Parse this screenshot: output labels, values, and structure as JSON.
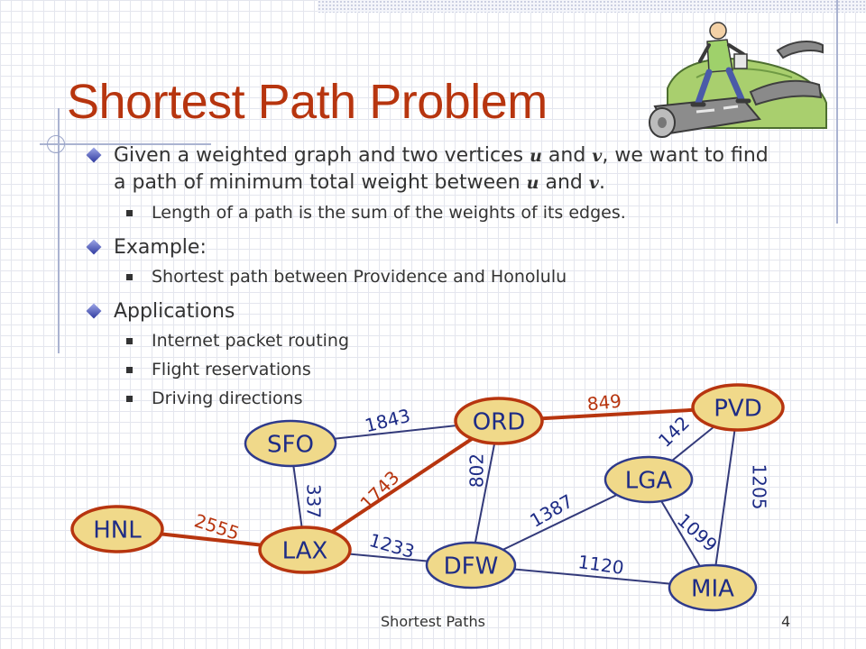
{
  "slide": {
    "title": "Shortest Path Problem",
    "footer": "Shortest Paths",
    "page_number": "4"
  },
  "bullets": [
    {
      "segments": [
        {
          "text": "Given a weighted graph and two vertices ",
          "style": "normal"
        },
        {
          "text": "u",
          "style": "math"
        },
        {
          "text": " and ",
          "style": "normal"
        },
        {
          "text": "v",
          "style": "math"
        },
        {
          "text": ", we want to find a path of minimum total weight between ",
          "style": "normal"
        },
        {
          "text": "u",
          "style": "math"
        },
        {
          "text": " and ",
          "style": "normal"
        },
        {
          "text": "v",
          "style": "math"
        },
        {
          "text": ".",
          "style": "normal"
        }
      ],
      "sub": [
        "Length of a path is the sum of the weights of its edges."
      ]
    },
    {
      "segments": [
        {
          "text": "Example:",
          "style": "normal"
        }
      ],
      "sub": [
        "Shortest path between Providence and Honolulu"
      ]
    },
    {
      "segments": [
        {
          "text": "Applications",
          "style": "normal"
        }
      ],
      "sub": [
        "Internet packet routing",
        "Flight reservations",
        "Driving directions"
      ]
    }
  ],
  "graph": {
    "colors": {
      "node_fill": "#f0d98a",
      "node_stroke_default": "#2e3a8c",
      "node_stroke_highlight": "#b7350f",
      "edge_default": "#333a7a",
      "edge_highlight": "#b7350f",
      "weight_default": "#1e2c86",
      "weight_highlight": "#b7350f",
      "node_label": "#1e2c86"
    },
    "nodes": [
      {
        "id": "SFO",
        "highlighted": false
      },
      {
        "id": "ORD",
        "highlighted": true
      },
      {
        "id": "PVD",
        "highlighted": true
      },
      {
        "id": "LGA",
        "highlighted": false
      },
      {
        "id": "HNL",
        "highlighted": true
      },
      {
        "id": "LAX",
        "highlighted": true
      },
      {
        "id": "DFW",
        "highlighted": false
      },
      {
        "id": "MIA",
        "highlighted": false
      }
    ],
    "edges": [
      {
        "from": "SFO",
        "to": "ORD",
        "weight": "1843",
        "highlighted": false
      },
      {
        "from": "SFO",
        "to": "LAX",
        "weight": "337",
        "highlighted": false
      },
      {
        "from": "HNL",
        "to": "LAX",
        "weight": "2555",
        "highlighted": true
      },
      {
        "from": "LAX",
        "to": "ORD",
        "weight": "1743",
        "highlighted": true
      },
      {
        "from": "ORD",
        "to": "PVD",
        "weight": "849",
        "highlighted": true
      },
      {
        "from": "ORD",
        "to": "DFW",
        "weight": "802",
        "highlighted": false
      },
      {
        "from": "LAX",
        "to": "DFW",
        "weight": "1233",
        "highlighted": false
      },
      {
        "from": "DFW",
        "to": "LGA",
        "weight": "1387",
        "highlighted": false
      },
      {
        "from": "LGA",
        "to": "PVD",
        "weight": "142",
        "highlighted": false
      },
      {
        "from": "LGA",
        "to": "MIA",
        "weight": "1099",
        "highlighted": false
      },
      {
        "from": "PVD",
        "to": "MIA",
        "weight": "1205",
        "highlighted": false
      },
      {
        "from": "DFW",
        "to": "MIA",
        "weight": "1120",
        "highlighted": false
      }
    ]
  },
  "clipart": {
    "icon": "person-walking-on-road-clipart-icon"
  }
}
